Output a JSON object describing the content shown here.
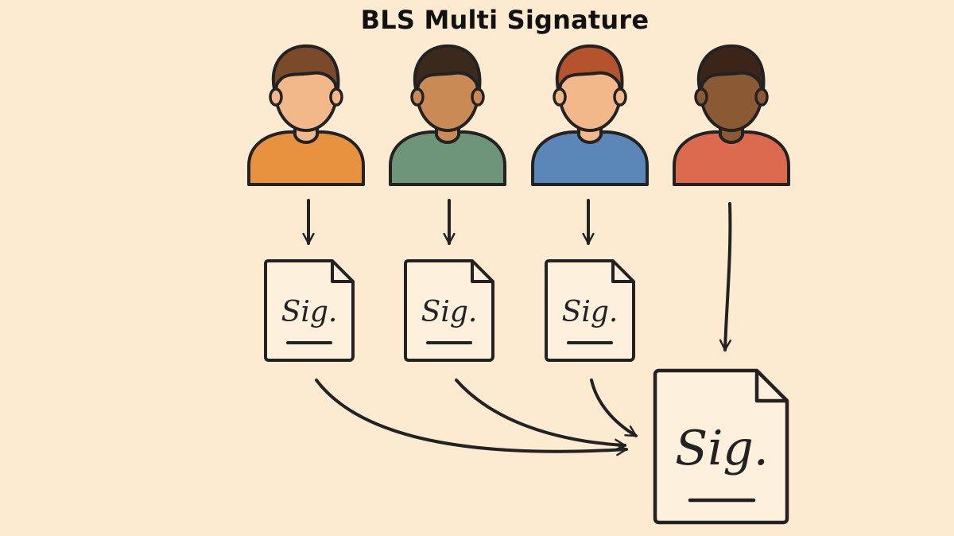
{
  "title": "BLS Multi Signature",
  "signers": [
    {
      "shirt_color": "#e8913f",
      "skin_color": "#f2b88a",
      "hair_color": "#7a4a2b"
    },
    {
      "shirt_color": "#6e9479",
      "skin_color": "#c98a55",
      "hair_color": "#3b2a1c"
    },
    {
      "shirt_color": "#5b86b8",
      "skin_color": "#f2b88a",
      "hair_color": "#b5542c"
    },
    {
      "shirt_color": "#dc6a4f",
      "skin_color": "#8b5a34",
      "hair_color": "#3a2518"
    }
  ],
  "signature_label": "Sig.",
  "aggregate_signature_label": "Sig.",
  "colors": {
    "background": "#fcebd1",
    "outline": "#222222",
    "document_fill": "#fdf0dc"
  }
}
